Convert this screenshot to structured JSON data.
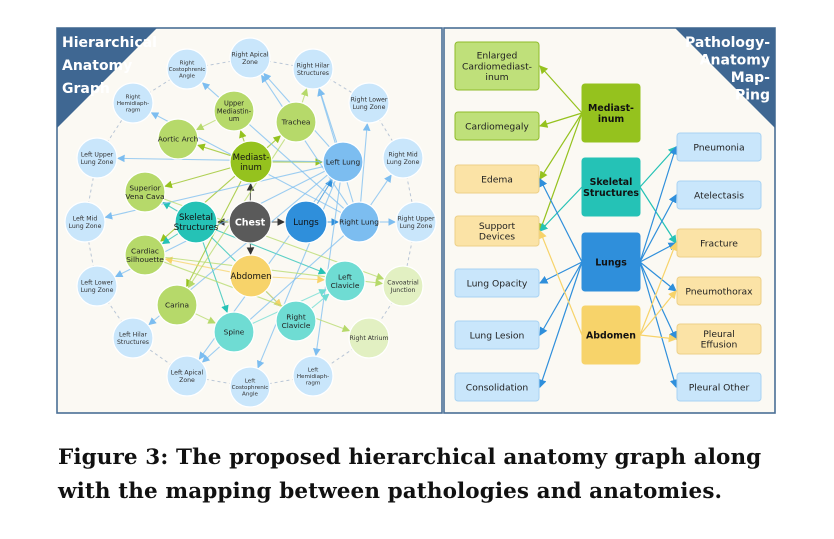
{
  "left_panel": {
    "title_lines": [
      "Hierarchical",
      "Anatomy",
      "Graph"
    ],
    "root": {
      "label": "Chest",
      "color": "#5a5a5a",
      "text_color": "#ffffff"
    },
    "hubs": [
      {
        "id": "med",
        "lines": [
          "Mediast-",
          "inum"
        ],
        "color": "#95c21e"
      },
      {
        "id": "lungs",
        "lines": [
          "Lungs"
        ],
        "color": "#2f8fdb"
      },
      {
        "id": "abd",
        "lines": [
          "Abdomen"
        ],
        "color": "#f7d36a"
      },
      {
        "id": "skel",
        "lines": [
          "Skeletal",
          "Structures"
        ],
        "color": "#25c2b6"
      }
    ],
    "mids": [
      {
        "id": "upmed",
        "lines": [
          "Upper",
          "Mediastin-",
          "um"
        ],
        "color": "#b6d96a"
      },
      {
        "id": "trachea",
        "lines": [
          "Trachea"
        ],
        "color": "#b6d96a"
      },
      {
        "id": "aortic",
        "lines": [
          "Aortic Arch"
        ],
        "color": "#b6d96a"
      },
      {
        "id": "svc",
        "lines": [
          "Superior",
          "Vena Cava"
        ],
        "color": "#b6d96a"
      },
      {
        "id": "cardiac",
        "lines": [
          "Cardiac",
          "Silhouette"
        ],
        "color": "#b6d96a"
      },
      {
        "id": "carina",
        "lines": [
          "Carina"
        ],
        "color": "#b6d96a"
      },
      {
        "id": "leftlung",
        "lines": [
          "Left Lung"
        ],
        "color": "#7cbdf0"
      },
      {
        "id": "rightlung",
        "lines": [
          "Right Lung"
        ],
        "color": "#7cbdf0"
      },
      {
        "id": "spine",
        "lines": [
          "Spine"
        ],
        "color": "#6fdcd3"
      },
      {
        "id": "rclav",
        "lines": [
          "Right",
          "Clavicle"
        ],
        "color": "#6fdcd3"
      },
      {
        "id": "lclav",
        "lines": [
          "Left",
          "Clavicle"
        ],
        "color": "#6fdcd3"
      }
    ],
    "outer": [
      {
        "id": "rapical",
        "lines": [
          "Right Apical",
          "Zone"
        ],
        "color": "#c9e6fb"
      },
      {
        "id": "rhilar",
        "lines": [
          "Right Hilar",
          "Structures"
        ],
        "color": "#c9e6fb"
      },
      {
        "id": "rlower",
        "lines": [
          "Right Lower",
          "Lung Zone"
        ],
        "color": "#c9e6fb"
      },
      {
        "id": "rmid",
        "lines": [
          "Right Mid",
          "Lung Zone"
        ],
        "color": "#c9e6fb"
      },
      {
        "id": "rupper",
        "lines": [
          "Right Upper",
          "Lung Zone"
        ],
        "color": "#c9e6fb"
      },
      {
        "id": "cavo",
        "lines": [
          "Cavoatrial",
          "Junction"
        ],
        "color": "#e2f0c2"
      },
      {
        "id": "ratrium",
        "lines": [
          "Right Atrium"
        ],
        "color": "#e2f0c2"
      },
      {
        "id": "lhemi",
        "lines": [
          "Left",
          "Hemidiaph-",
          "ragm"
        ],
        "color": "#c9e6fb"
      },
      {
        "id": "lcosto",
        "lines": [
          "Left",
          "Costophrenic",
          "Angle"
        ],
        "color": "#c9e6fb"
      },
      {
        "id": "lapical",
        "lines": [
          "Left Apical",
          "Zone"
        ],
        "color": "#c9e6fb"
      },
      {
        "id": "lhilar",
        "lines": [
          "Left Hilar",
          "Structures"
        ],
        "color": "#c9e6fb"
      },
      {
        "id": "llower",
        "lines": [
          "Left Lower",
          "Lung Zone"
        ],
        "color": "#c9e6fb"
      },
      {
        "id": "lmid",
        "lines": [
          "Left Mid",
          "Lung Zone"
        ],
        "color": "#c9e6fb"
      },
      {
        "id": "lupper",
        "lines": [
          "Left Upper",
          "Lung Zone"
        ],
        "color": "#c9e6fb"
      },
      {
        "id": "rhemi",
        "lines": [
          "Right",
          "Hemidiaph-",
          "ragm"
        ],
        "color": "#c9e6fb"
      },
      {
        "id": "rcosto",
        "lines": [
          "Right",
          "Costophrenic",
          "Angle"
        ],
        "color": "#c9e6fb"
      }
    ],
    "links": [
      [
        "chest",
        "med"
      ],
      [
        "chest",
        "lungs"
      ],
      [
        "chest",
        "abd"
      ],
      [
        "chest",
        "skel"
      ],
      [
        "med",
        "upmed"
      ],
      [
        "med",
        "trachea"
      ],
      [
        "med",
        "aortic"
      ],
      [
        "med",
        "svc"
      ],
      [
        "med",
        "cardiac"
      ],
      [
        "med",
        "carina"
      ],
      [
        "med",
        "leftlung"
      ],
      [
        "lungs",
        "leftlung"
      ],
      [
        "lungs",
        "rightlung"
      ],
      [
        "skel",
        "spine"
      ],
      [
        "skel",
        "rclav"
      ],
      [
        "skel",
        "lclav"
      ],
      [
        "skel",
        "svc"
      ],
      [
        "skel",
        "cardiac"
      ],
      [
        "abd",
        "rclav"
      ],
      [
        "abd",
        "cardiac"
      ],
      [
        "abd",
        "lclav"
      ],
      [
        "leftlung",
        "lupper"
      ],
      [
        "leftlung",
        "lmid"
      ],
      [
        "leftlung",
        "llower"
      ],
      [
        "leftlung",
        "lapical"
      ],
      [
        "leftlung",
        "lhilar"
      ],
      [
        "leftlung",
        "lcosto"
      ],
      [
        "leftlung",
        "lhemi"
      ],
      [
        "leftlung",
        "rapical"
      ],
      [
        "leftlung",
        "rhilar"
      ],
      [
        "rightlung",
        "rupper"
      ],
      [
        "rightlung",
        "rmid"
      ],
      [
        "rightlung",
        "rlower"
      ],
      [
        "rightlung",
        "rcosto"
      ],
      [
        "rightlung",
        "rhemi"
      ],
      [
        "rightlung",
        "rapical"
      ],
      [
        "rightlung",
        "rhilar"
      ],
      [
        "rightlung",
        "lapical"
      ],
      [
        "cardiac",
        "ratrium"
      ],
      [
        "cardiac",
        "cavo"
      ],
      [
        "svc",
        "cavo"
      ],
      [
        "upmed",
        "aortic"
      ],
      [
        "trachea",
        "carina"
      ],
      [
        "carina",
        "spine"
      ],
      [
        "spine",
        "lclav"
      ],
      [
        "rclav",
        "lclav"
      ],
      [
        "trachea",
        "rhilar"
      ]
    ],
    "ring_links": [
      [
        "rapical",
        "rhilar"
      ],
      [
        "rhilar",
        "rlower"
      ],
      [
        "rlower",
        "rmid"
      ],
      [
        "rmid",
        "rupper"
      ],
      [
        "rupper",
        "cavo"
      ],
      [
        "cavo",
        "ratrium"
      ],
      [
        "ratrium",
        "lhemi"
      ],
      [
        "lhemi",
        "lcosto"
      ],
      [
        "lcosto",
        "lapical"
      ],
      [
        "lapical",
        "lhilar"
      ],
      [
        "lhilar",
        "llower"
      ],
      [
        "llower",
        "lmid"
      ],
      [
        "lmid",
        "lupper"
      ],
      [
        "lupper",
        "rhemi"
      ],
      [
        "rhemi",
        "rcosto"
      ],
      [
        "rcosto",
        "rapical"
      ]
    ]
  },
  "right_panel": {
    "title_lines": [
      "Pathology-",
      "Anatomy",
      "Map-",
      "Ping"
    ],
    "pathologies_left": [
      {
        "id": "ecm",
        "lines": [
          "Enlarged",
          "Cardiomediast-",
          "inum"
        ],
        "fill": "#bfe07a",
        "stroke": "#8fbb2a"
      },
      {
        "id": "cmeg",
        "lines": [
          "Cardiomegaly"
        ],
        "fill": "#bfe07a",
        "stroke": "#8fbb2a"
      },
      {
        "id": "edema",
        "lines": [
          "Edema"
        ],
        "fill": "#fbe3a6",
        "stroke": "#edd088"
      },
      {
        "id": "support",
        "lines": [
          "Support",
          "Devices"
        ],
        "fill": "#fbe3a6",
        "stroke": "#edd088"
      },
      {
        "id": "opacity",
        "lines": [
          "Lung Opacity"
        ],
        "fill": "#c9e6fb",
        "stroke": "#a9d3f3"
      },
      {
        "id": "lesion",
        "lines": [
          "Lung Lesion"
        ],
        "fill": "#c9e6fb",
        "stroke": "#a9d3f3"
      },
      {
        "id": "consol",
        "lines": [
          "Consolidation"
        ],
        "fill": "#c9e6fb",
        "stroke": "#a9d3f3"
      }
    ],
    "anatomies": [
      {
        "id": "a_med",
        "lines": [
          "Mediast-",
          "inum"
        ],
        "fill": "#95c21e",
        "text": "#111111"
      },
      {
        "id": "a_skel",
        "lines": [
          "Skeletal",
          "Structures"
        ],
        "fill": "#25c2b6",
        "text": "#111111"
      },
      {
        "id": "a_lungs",
        "lines": [
          "Lungs"
        ],
        "fill": "#2f8fdb",
        "text": "#111111"
      },
      {
        "id": "a_abd",
        "lines": [
          "Abdomen"
        ],
        "fill": "#f7d36a",
        "text": "#111111"
      }
    ],
    "pathologies_right": [
      {
        "id": "pneu",
        "lines": [
          "Pneumonia"
        ],
        "fill": "#c9e6fb",
        "stroke": "#a9d3f3"
      },
      {
        "id": "atel",
        "lines": [
          "Atelectasis"
        ],
        "fill": "#c9e6fb",
        "stroke": "#a9d3f3"
      },
      {
        "id": "frac",
        "lines": [
          "Fracture"
        ],
        "fill": "#fbe3a6",
        "stroke": "#edd088"
      },
      {
        "id": "pthx",
        "lines": [
          "Pneumothorax"
        ],
        "fill": "#fbe3a6",
        "stroke": "#edd088"
      },
      {
        "id": "peff",
        "lines": [
          "Pleural",
          "Effusion"
        ],
        "fill": "#fbe3a6",
        "stroke": "#edd088"
      },
      {
        "id": "pother",
        "lines": [
          "Pleural Other"
        ],
        "fill": "#c9e6fb",
        "stroke": "#a9d3f3"
      }
    ],
    "edges": [
      {
        "from": "a_med",
        "to": "ecm",
        "color": "#95c21e"
      },
      {
        "from": "a_med",
        "to": "cmeg",
        "color": "#95c21e"
      },
      {
        "from": "a_med",
        "to": "edema",
        "color": "#95c21e"
      },
      {
        "from": "a_med",
        "to": "support",
        "color": "#95c21e"
      },
      {
        "from": "a_skel",
        "to": "support",
        "color": "#25c2b6"
      },
      {
        "from": "a_skel",
        "to": "frac",
        "color": "#25c2b6"
      },
      {
        "from": "a_skel",
        "to": "pneu",
        "color": "#25c2b6"
      },
      {
        "from": "a_lungs",
        "to": "edema",
        "color": "#2f8fdb"
      },
      {
        "from": "a_lungs",
        "to": "opacity",
        "color": "#2f8fdb"
      },
      {
        "from": "a_lungs",
        "to": "lesion",
        "color": "#2f8fdb"
      },
      {
        "from": "a_lungs",
        "to": "consol",
        "color": "#2f8fdb"
      },
      {
        "from": "a_lungs",
        "to": "pneu",
        "color": "#2f8fdb"
      },
      {
        "from": "a_lungs",
        "to": "atel",
        "color": "#2f8fdb"
      },
      {
        "from": "a_lungs",
        "to": "frac",
        "color": "#2f8fdb"
      },
      {
        "from": "a_lungs",
        "to": "pthx",
        "color": "#2f8fdb"
      },
      {
        "from": "a_lungs",
        "to": "peff",
        "color": "#2f8fdb"
      },
      {
        "from": "a_lungs",
        "to": "pother",
        "color": "#2f8fdb"
      },
      {
        "from": "a_abd",
        "to": "support",
        "color": "#f7d36a"
      },
      {
        "from": "a_abd",
        "to": "pthx",
        "color": "#f7d36a"
      },
      {
        "from": "a_abd",
        "to": "peff",
        "color": "#f7d36a"
      },
      {
        "from": "a_abd",
        "to": "frac",
        "color": "#f7d36a"
      }
    ]
  },
  "caption": "Figure 3: The proposed hierarchical anatomy graph along with the mapping between pathologies and anatomies."
}
